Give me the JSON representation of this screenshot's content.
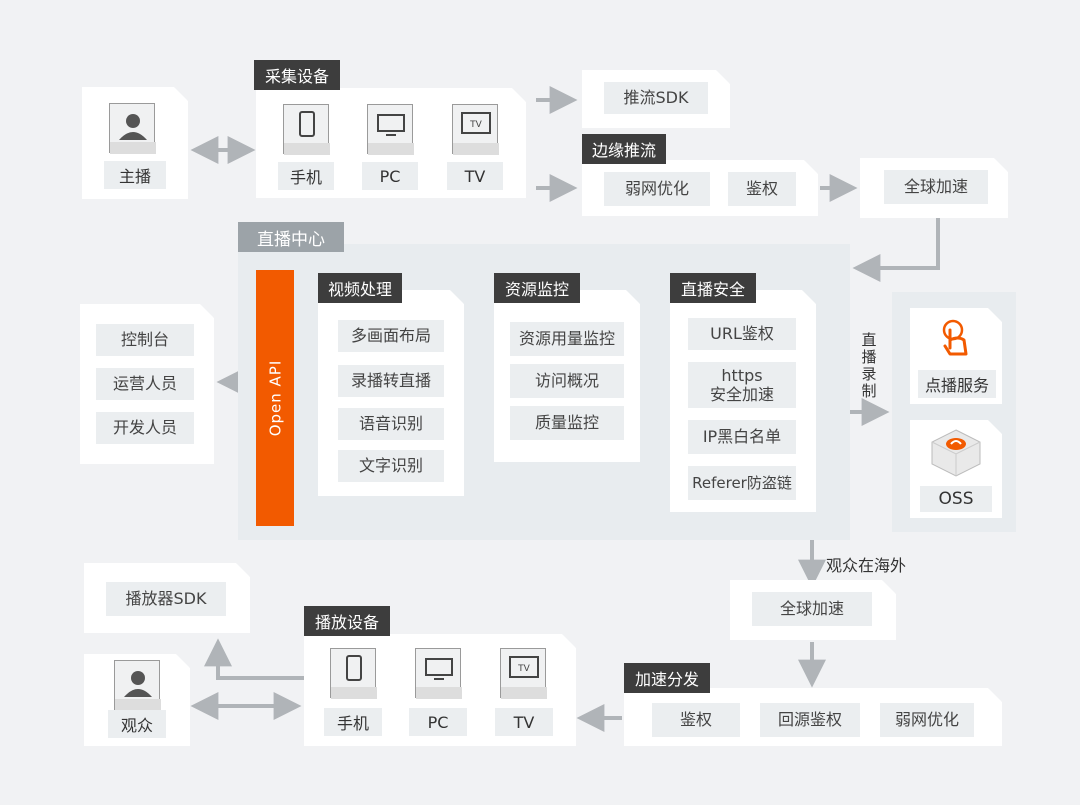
{
  "capture": {
    "tag": "采集设备",
    "anchor": "主播",
    "devices": [
      "手机",
      "PC",
      "TV"
    ]
  },
  "push": {
    "sdk": "推流SDK",
    "edge_tag": "边缘推流",
    "edge_items": [
      "弱网优化",
      "鉴权"
    ],
    "global_accel": "全球加速"
  },
  "center": {
    "tag": "直播中心",
    "open_api": "Open API",
    "consumers": [
      "控制台",
      "运营人员",
      "开发人员"
    ],
    "video": {
      "tag": "视频处理",
      "items": [
        "多画面布局",
        "录播转直播",
        "语音识别",
        "文字识别"
      ]
    },
    "monitor": {
      "tag": "资源监控",
      "items": [
        "资源用量监控",
        "访问概况",
        "质量监控"
      ]
    },
    "security": {
      "tag": "直播安全",
      "items": [
        "URL鉴权",
        "https",
        "安全加速",
        "IP黑白名单",
        "Referer防盗链"
      ]
    }
  },
  "record": {
    "label": "直播录制",
    "vod": "点播服务",
    "oss": "OSS"
  },
  "overseas": {
    "label": "观众在海外",
    "global_accel": "全球加速"
  },
  "distribution": {
    "tag": "加速分发",
    "items": [
      "鉴权",
      "回源鉴权",
      "弱网优化"
    ]
  },
  "playback": {
    "tag": "播放设备",
    "sdk": "播放器SDK",
    "viewer": "观众",
    "devices": [
      "手机",
      "PC",
      "TV"
    ]
  },
  "colors": {
    "accent": "#f25a00",
    "dark_tag": "#3d3d3d",
    "gray_tag": "#9ca3a8",
    "arrow": "#b0b4b8"
  }
}
